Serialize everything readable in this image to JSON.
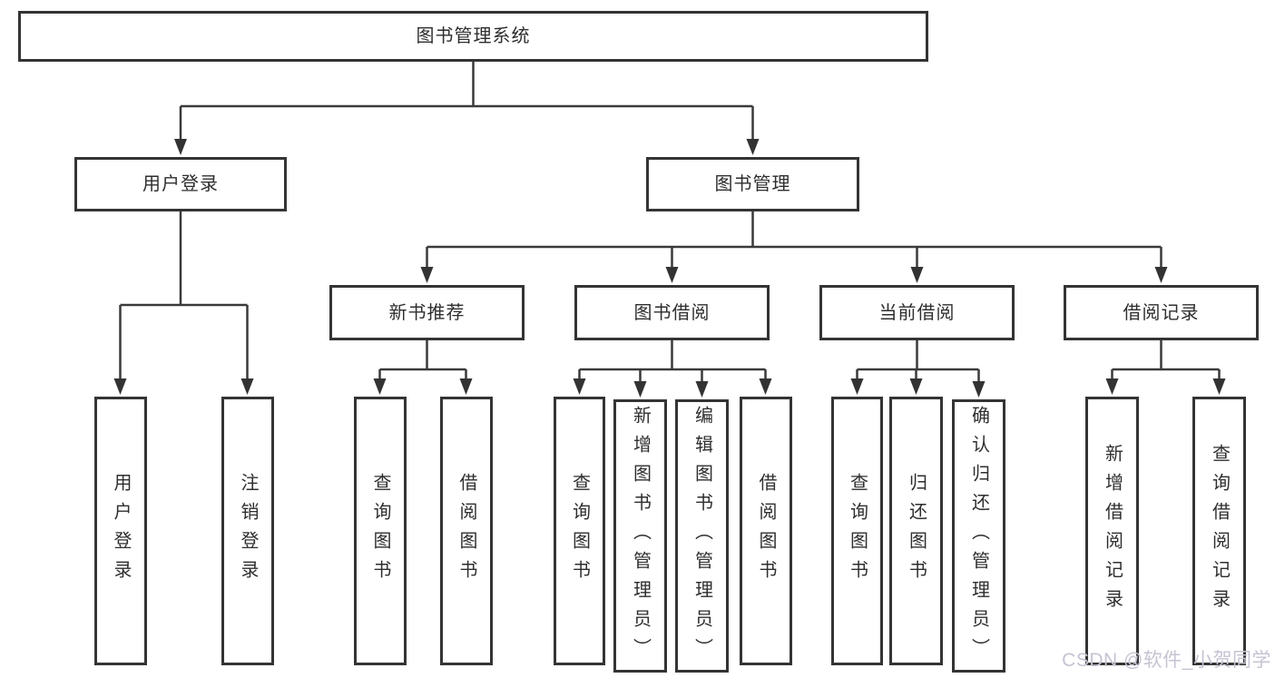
{
  "diagram": {
    "title_node": {
      "label": "图书管理系统"
    },
    "level2": [
      {
        "id": "user-login",
        "label": "用户登录"
      },
      {
        "id": "book-management",
        "label": "图书管理"
      }
    ],
    "level3": [
      {
        "id": "new-book-recommend",
        "label": "新书推荐"
      },
      {
        "id": "book-borrowing",
        "label": "图书借阅"
      },
      {
        "id": "current-borrowing",
        "label": "当前借阅"
      },
      {
        "id": "borrowing-records",
        "label": "借阅记录"
      }
    ],
    "leaves": {
      "user_login": [
        {
          "label": "用户登录"
        },
        {
          "label": "注销登录"
        }
      ],
      "new_book": [
        {
          "label": "查询图书"
        },
        {
          "label": "借阅图书"
        }
      ],
      "book_borrow": [
        {
          "label": "查询图书"
        },
        {
          "label": "新增图书（管理员）"
        },
        {
          "label": "编辑图书（管理员）"
        },
        {
          "label": "借阅图书"
        }
      ],
      "current_borrow": [
        {
          "label": "查询图书"
        },
        {
          "label": "归还图书"
        },
        {
          "label": "确认归还（管理员）"
        }
      ],
      "borrow_record": [
        {
          "label": "新增借阅记录"
        },
        {
          "label": "查询借阅记录"
        }
      ]
    },
    "colors": {
      "line": "#3a3a3a",
      "box_border": "#343434",
      "text": "#2e2e2e",
      "background": "#ffffff"
    }
  },
  "watermark": {
    "text": "CSDN @软件_小贺同学"
  }
}
